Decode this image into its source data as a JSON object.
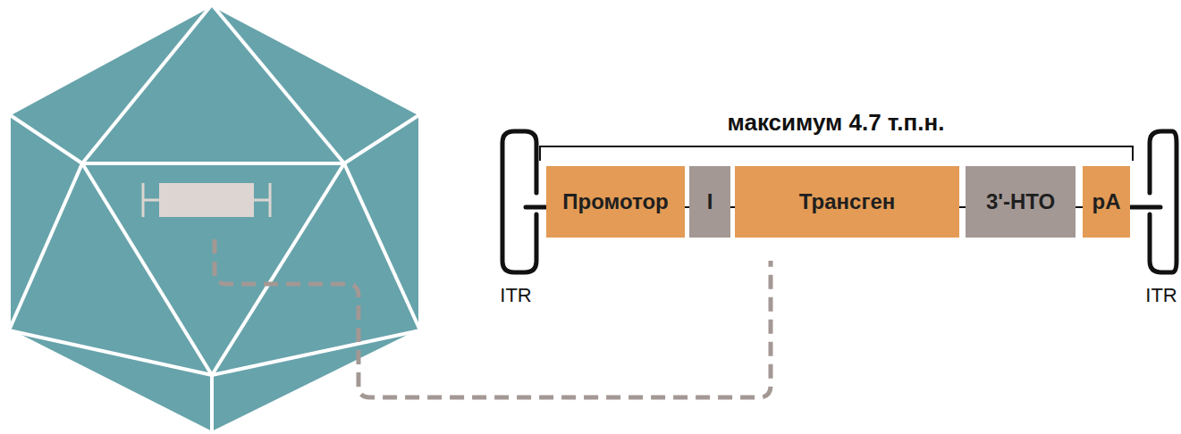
{
  "diagram": {
    "nodes": [
      {
        "text": [
          "Промотор"
        ]
      },
      {
        "text": [
          "I"
        ]
      },
      {
        "text": [
          "Трансген"
        ]
      },
      {
        "text": [
          "3'-НТО"
        ]
      },
      {
        "text": [
          "pA"
        ]
      }
    ],
    "edges": [
      {
        "from": 0,
        "to": 1,
        "arrow": "none"
      },
      {
        "from": 1,
        "to": 2,
        "arrow": "none"
      },
      {
        "from": 2,
        "to": 3,
        "arrow": "none"
      },
      {
        "from": 3,
        "to": 4,
        "arrow": "none"
      }
    ],
    "labels": [
      "максимум 4.7 т.п.н.",
      "ITR",
      "ITR"
    ]
  }
}
